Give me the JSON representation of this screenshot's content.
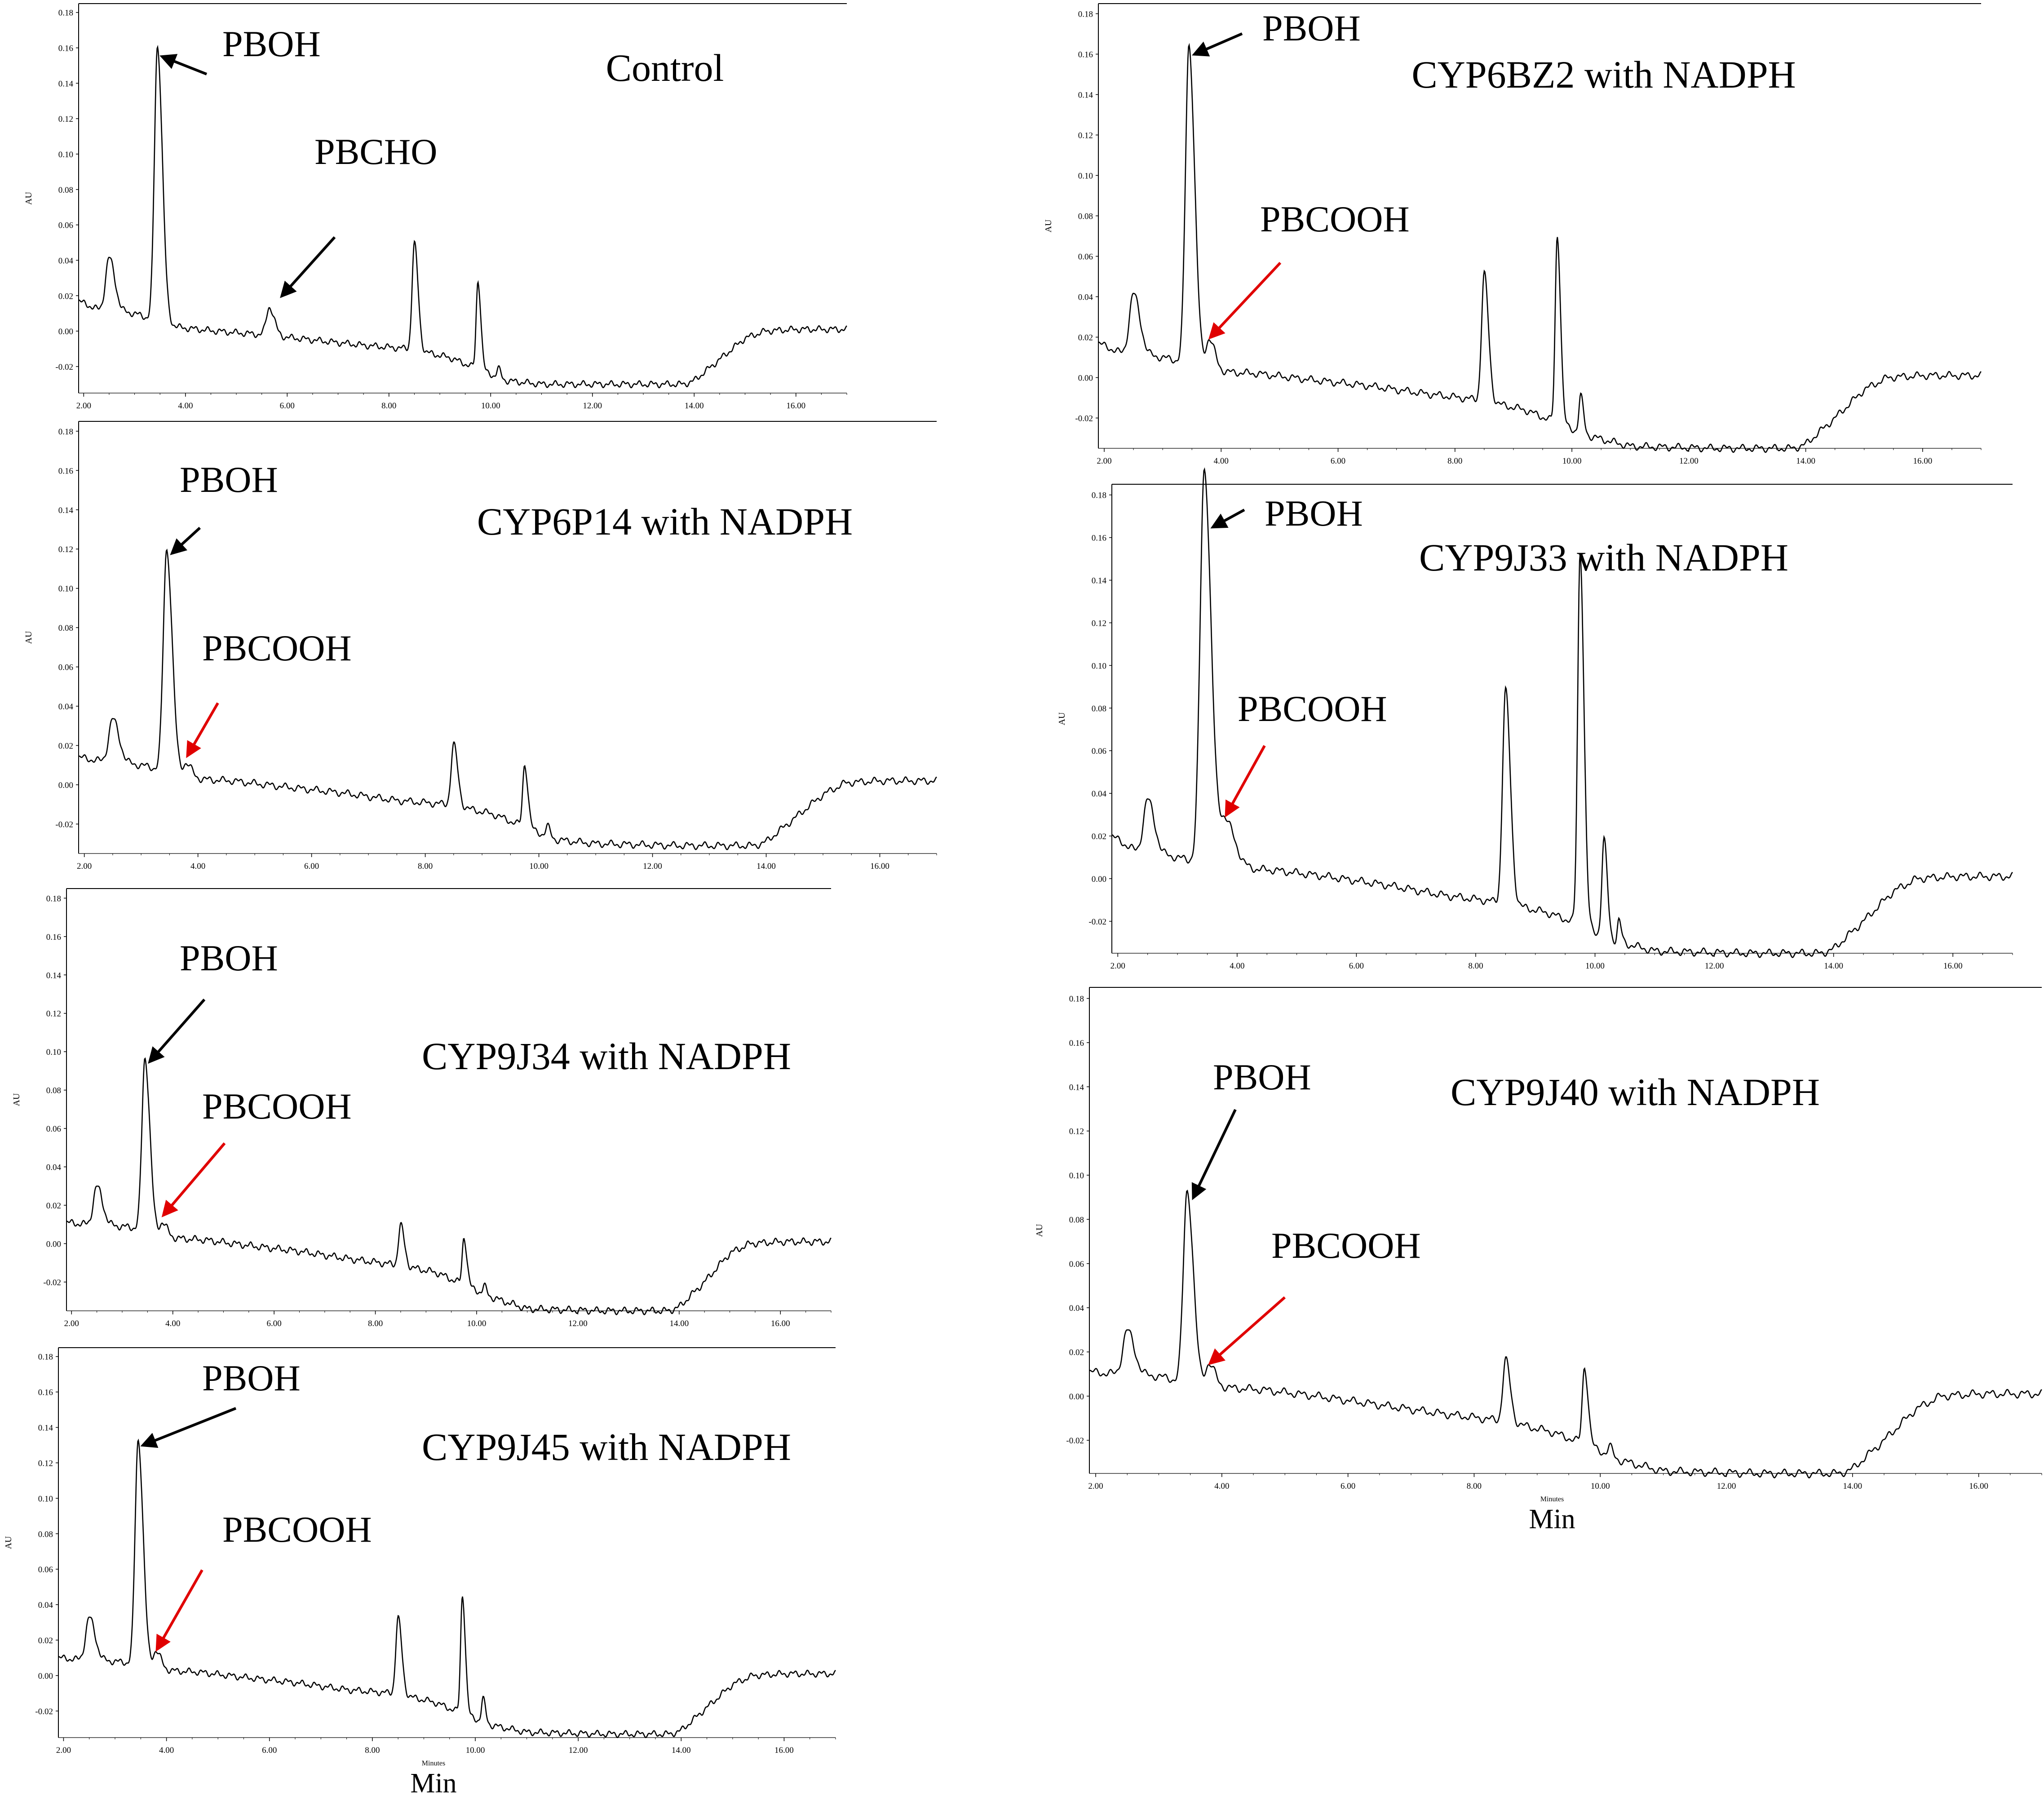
{
  "colors": {
    "trace": "#000000",
    "primary_arrow": "#000000",
    "secondary_arrow": "#e00000"
  },
  "chart_data": [
    {
      "type": "line",
      "title": "Control",
      "ylabel": "AU",
      "xlim": [
        1.9,
        17.0
      ],
      "ylim": [
        -0.035,
        0.185
      ],
      "xticks": [
        "2.00",
        "4.00",
        "6.00",
        "8.00",
        "10.00",
        "12.00",
        "14.00",
        "16.00"
      ],
      "yticks": [
        "-0.02",
        "0.00",
        "0.02",
        "0.04",
        "0.06",
        "0.08",
        "0.10",
        "0.12",
        "0.14",
        "0.16",
        "0.18"
      ],
      "baseline": [
        [
          1.9,
          0.017
        ],
        [
          2.3,
          0.012
        ],
        [
          3.0,
          0.01
        ],
        [
          3.3,
          0.007
        ],
        [
          3.9,
          0.002
        ],
        [
          4.6,
          0.0
        ],
        [
          5.5,
          -0.002
        ],
        [
          6.5,
          -0.005
        ],
        [
          7.5,
          -0.008
        ],
        [
          8.4,
          -0.01
        ],
        [
          9.2,
          -0.015
        ],
        [
          9.8,
          -0.022
        ],
        [
          10.3,
          -0.028
        ],
        [
          11.0,
          -0.03
        ],
        [
          12.5,
          -0.03
        ],
        [
          13.8,
          -0.03
        ],
        [
          14.0,
          -0.028
        ],
        [
          14.5,
          -0.016
        ],
        [
          15.0,
          -0.004
        ],
        [
          15.4,
          0.0
        ],
        [
          16.0,
          0.001
        ],
        [
          17.0,
          0.001
        ]
      ],
      "peaks": [
        {
          "name": "",
          "rt": 2.5,
          "height": 0.03,
          "width": 0.07
        },
        {
          "name": "PBOH",
          "rt": 3.45,
          "height": 0.155,
          "width": 0.06
        },
        {
          "name": "PBCHO",
          "rt": 5.65,
          "height": 0.016,
          "width": 0.06
        },
        {
          "name": "",
          "rt": 8.5,
          "height": 0.06,
          "width": 0.045
        },
        {
          "name": "",
          "rt": 9.75,
          "height": 0.05,
          "width": 0.035
        },
        {
          "name": "",
          "rt": 10.15,
          "height": 0.005,
          "width": 0.03
        }
      ],
      "labels": [
        {
          "text": "PBOH",
          "arrow": "black",
          "x": 3.55,
          "y": 0.155
        },
        {
          "text": "PBCHO",
          "arrow": "black",
          "x": 5.9,
          "y": 0.02
        }
      ],
      "xlabel": ""
    },
    {
      "type": "line",
      "title": "CYP6P14 with NADPH",
      "ylabel": "AU",
      "xlim": [
        1.9,
        17.0
      ],
      "ylim": [
        -0.035,
        0.185
      ],
      "xticks": [
        "2.00",
        "4.00",
        "6.00",
        "8.00",
        "10.00",
        "12.00",
        "14.00",
        "16.00"
      ],
      "yticks": [
        "-0.02",
        "0.00",
        "0.02",
        "0.04",
        "0.06",
        "0.08",
        "0.10",
        "0.12",
        "0.14",
        "0.16",
        "0.18"
      ],
      "baseline": [
        [
          1.9,
          0.014
        ],
        [
          2.3,
          0.012
        ],
        [
          3.0,
          0.01
        ],
        [
          3.3,
          0.008
        ],
        [
          3.9,
          0.003
        ],
        [
          4.6,
          0.002
        ],
        [
          5.5,
          -0.001
        ],
        [
          6.5,
          -0.004
        ],
        [
          7.5,
          -0.008
        ],
        [
          8.4,
          -0.01
        ],
        [
          9.2,
          -0.015
        ],
        [
          9.8,
          -0.022
        ],
        [
          10.3,
          -0.028
        ],
        [
          11.0,
          -0.03
        ],
        [
          12.5,
          -0.031
        ],
        [
          13.8,
          -0.031
        ],
        [
          14.0,
          -0.029
        ],
        [
          14.5,
          -0.017
        ],
        [
          15.0,
          -0.005
        ],
        [
          15.4,
          0.001
        ],
        [
          16.0,
          0.002
        ],
        [
          17.0,
          0.002
        ]
      ],
      "peaks": [
        {
          "name": "",
          "rt": 2.5,
          "height": 0.022,
          "width": 0.07
        },
        {
          "name": "PBOH",
          "rt": 3.45,
          "height": 0.113,
          "width": 0.06
        },
        {
          "name": "PBCOOH",
          "rt": 3.8,
          "height": 0.007,
          "width": 0.06
        },
        {
          "name": "",
          "rt": 8.5,
          "height": 0.031,
          "width": 0.045
        },
        {
          "name": "",
          "rt": 9.75,
          "height": 0.032,
          "width": 0.035
        },
        {
          "name": "",
          "rt": 10.15,
          "height": 0.005,
          "width": 0.03
        }
      ],
      "labels": [
        {
          "text": "PBOH",
          "arrow": "black",
          "x": 3.55,
          "y": 0.118
        },
        {
          "text": "PBCOOH",
          "arrow": "red",
          "x": 3.82,
          "y": 0.015
        }
      ],
      "xlabel": ""
    },
    {
      "type": "line",
      "title": "CYP9J34 with NADPH",
      "ylabel": "AU",
      "xlim": [
        1.9,
        17.0
      ],
      "ylim": [
        -0.035,
        0.185
      ],
      "xticks": [
        "2.00",
        "4.00",
        "6.00",
        "8.00",
        "10.00",
        "12.00",
        "14.00",
        "16.00"
      ],
      "yticks": [
        "-0.02",
        "0.00",
        "0.02",
        "0.04",
        "0.06",
        "0.08",
        "0.10",
        "0.12",
        "0.14",
        "0.16",
        "0.18"
      ],
      "baseline": [
        [
          1.9,
          0.011
        ],
        [
          2.3,
          0.01
        ],
        [
          3.0,
          0.009
        ],
        [
          3.3,
          0.008
        ],
        [
          3.9,
          0.003
        ],
        [
          4.6,
          0.002
        ],
        [
          5.5,
          -0.001
        ],
        [
          6.5,
          -0.004
        ],
        [
          7.5,
          -0.008
        ],
        [
          8.4,
          -0.011
        ],
        [
          9.2,
          -0.015
        ],
        [
          9.8,
          -0.022
        ],
        [
          10.3,
          -0.028
        ],
        [
          11.0,
          -0.034
        ],
        [
          12.5,
          -0.035
        ],
        [
          13.8,
          -0.035
        ],
        [
          14.0,
          -0.033
        ],
        [
          14.5,
          -0.02
        ],
        [
          15.0,
          -0.005
        ],
        [
          15.4,
          0.0
        ],
        [
          16.0,
          0.001
        ],
        [
          17.0,
          0.001
        ]
      ],
      "peaks": [
        {
          "name": "",
          "rt": 2.5,
          "height": 0.02,
          "width": 0.07
        },
        {
          "name": "PBOH",
          "rt": 3.45,
          "height": 0.09,
          "width": 0.06
        },
        {
          "name": "PBCOOH",
          "rt": 3.8,
          "height": 0.007,
          "width": 0.06
        },
        {
          "name": "",
          "rt": 8.5,
          "height": 0.021,
          "width": 0.045
        },
        {
          "name": "",
          "rt": 9.75,
          "height": 0.025,
          "width": 0.035
        },
        {
          "name": "",
          "rt": 10.15,
          "height": 0.004,
          "width": 0.03
        }
      ],
      "labels": [
        {
          "text": "PBOH",
          "arrow": "black",
          "x": 3.55,
          "y": 0.095
        },
        {
          "text": "PBCOOH",
          "arrow": "red",
          "x": 3.82,
          "y": 0.015
        }
      ],
      "xlabel": ""
    },
    {
      "type": "line",
      "title": "CYP9J45 with NADPH",
      "ylabel": "AU",
      "xlim": [
        1.9,
        17.0
      ],
      "ylim": [
        -0.035,
        0.185
      ],
      "xticks": [
        "2.00",
        "4.00",
        "6.00",
        "8.00",
        "10.00",
        "12.00",
        "14.00",
        "16.00"
      ],
      "yticks": [
        "-0.02",
        "0.00",
        "0.02",
        "0.04",
        "0.06",
        "0.08",
        "0.10",
        "0.12",
        "0.14",
        "0.16",
        "0.18"
      ],
      "baseline": [
        [
          1.9,
          0.01
        ],
        [
          2.3,
          0.009
        ],
        [
          3.0,
          0.008
        ],
        [
          3.3,
          0.007
        ],
        [
          3.9,
          0.003
        ],
        [
          4.6,
          0.002
        ],
        [
          5.5,
          -0.001
        ],
        [
          6.5,
          -0.004
        ],
        [
          7.5,
          -0.008
        ],
        [
          8.4,
          -0.01
        ],
        [
          9.2,
          -0.015
        ],
        [
          9.8,
          -0.022
        ],
        [
          10.3,
          -0.028
        ],
        [
          11.0,
          -0.032
        ],
        [
          12.5,
          -0.033
        ],
        [
          13.8,
          -0.033
        ],
        [
          14.0,
          -0.031
        ],
        [
          14.5,
          -0.018
        ],
        [
          15.0,
          -0.005
        ],
        [
          15.4,
          0.0
        ],
        [
          16.0,
          0.001
        ],
        [
          17.0,
          0.001
        ]
      ],
      "peaks": [
        {
          "name": "",
          "rt": 2.5,
          "height": 0.024,
          "width": 0.07
        },
        {
          "name": "PBOH",
          "rt": 3.45,
          "height": 0.127,
          "width": 0.06
        },
        {
          "name": "PBCOOH",
          "rt": 3.8,
          "height": 0.01,
          "width": 0.06
        },
        {
          "name": "",
          "rt": 8.5,
          "height": 0.043,
          "width": 0.045
        },
        {
          "name": "",
          "rt": 9.75,
          "height": 0.067,
          "width": 0.035
        },
        {
          "name": "",
          "rt": 10.15,
          "height": 0.013,
          "width": 0.03
        }
      ],
      "labels": [
        {
          "text": "PBOH",
          "arrow": "black",
          "x": 3.55,
          "y": 0.13
        },
        {
          "text": "PBCOOH",
          "arrow": "red",
          "x": 3.82,
          "y": 0.015
        }
      ],
      "xlabel": "Min",
      "xlabel_small": "Minutes"
    },
    {
      "type": "line",
      "title": "CYP6BZ2 with NADPH",
      "ylabel": "AU",
      "xlim": [
        1.9,
        17.0
      ],
      "ylim": [
        -0.035,
        0.185
      ],
      "xticks": [
        "2.00",
        "4.00",
        "6.00",
        "8.00",
        "10.00",
        "12.00",
        "14.00",
        "16.00"
      ],
      "yticks": [
        "-0.02",
        "0.00",
        "0.02",
        "0.04",
        "0.06",
        "0.08",
        "0.10",
        "0.12",
        "0.14",
        "0.16",
        "0.18"
      ],
      "baseline": [
        [
          1.9,
          0.017
        ],
        [
          2.3,
          0.012
        ],
        [
          3.0,
          0.01
        ],
        [
          3.3,
          0.008
        ],
        [
          3.9,
          0.003
        ],
        [
          4.6,
          0.002
        ],
        [
          5.5,
          -0.001
        ],
        [
          6.5,
          -0.004
        ],
        [
          7.5,
          -0.008
        ],
        [
          8.4,
          -0.011
        ],
        [
          9.2,
          -0.016
        ],
        [
          9.8,
          -0.023
        ],
        [
          10.3,
          -0.029
        ],
        [
          11.0,
          -0.034
        ],
        [
          12.5,
          -0.035
        ],
        [
          13.8,
          -0.035
        ],
        [
          14.0,
          -0.033
        ],
        [
          14.5,
          -0.02
        ],
        [
          15.0,
          -0.006
        ],
        [
          15.4,
          0.0
        ],
        [
          16.0,
          0.001
        ],
        [
          17.0,
          0.001
        ]
      ],
      "peaks": [
        {
          "name": "",
          "rt": 2.5,
          "height": 0.03,
          "width": 0.07
        },
        {
          "name": "PBOH",
          "rt": 3.45,
          "height": 0.158,
          "width": 0.06
        },
        {
          "name": "PBCOOH",
          "rt": 3.8,
          "height": 0.015,
          "width": 0.06
        },
        {
          "name": "",
          "rt": 8.5,
          "height": 0.063,
          "width": 0.045
        },
        {
          "name": "",
          "rt": 9.75,
          "height": 0.093,
          "width": 0.035
        },
        {
          "name": "",
          "rt": 10.15,
          "height": 0.018,
          "width": 0.03
        }
      ],
      "labels": [
        {
          "text": "PBOH",
          "arrow": "black",
          "x": 3.55,
          "y": 0.16
        },
        {
          "text": "PBCOOH",
          "arrow": "red",
          "x": 3.82,
          "y": 0.02
        }
      ],
      "xlabel": ""
    },
    {
      "type": "line",
      "title": "CYP9J33 with NADPH",
      "ylabel": "AU",
      "xlim": [
        1.9,
        17.0
      ],
      "ylim": [
        -0.035,
        0.185
      ],
      "xticks": [
        "2.00",
        "4.00",
        "6.00",
        "8.00",
        "10.00",
        "12.00",
        "14.00",
        "16.00"
      ],
      "yticks": [
        "-0.02",
        "0.00",
        "0.02",
        "0.04",
        "0.06",
        "0.08",
        "0.10",
        "0.12",
        "0.14",
        "0.16",
        "0.18"
      ],
      "baseline": [
        [
          1.9,
          0.02
        ],
        [
          2.3,
          0.013
        ],
        [
          3.0,
          0.01
        ],
        [
          3.3,
          0.008
        ],
        [
          3.9,
          0.005
        ],
        [
          4.6,
          0.004
        ],
        [
          5.5,
          0.001
        ],
        [
          6.5,
          -0.003
        ],
        [
          7.5,
          -0.008
        ],
        [
          8.4,
          -0.011
        ],
        [
          9.2,
          -0.016
        ],
        [
          9.8,
          -0.022
        ],
        [
          10.3,
          -0.029
        ],
        [
          11.0,
          -0.034
        ],
        [
          12.5,
          -0.035
        ],
        [
          13.8,
          -0.035
        ],
        [
          14.0,
          -0.033
        ],
        [
          14.5,
          -0.02
        ],
        [
          15.0,
          -0.006
        ],
        [
          15.4,
          0.0
        ],
        [
          16.0,
          0.001
        ],
        [
          17.0,
          0.001
        ]
      ],
      "peaks": [
        {
          "name": "",
          "rt": 2.5,
          "height": 0.025,
          "width": 0.07
        },
        {
          "name": "PBOH",
          "rt": 3.45,
          "height": 0.185,
          "width": 0.07
        },
        {
          "name": "PBCOOH",
          "rt": 3.8,
          "height": 0.022,
          "width": 0.1
        },
        {
          "name": "",
          "rt": 8.5,
          "height": 0.1,
          "width": 0.05
        },
        {
          "name": "",
          "rt": 9.75,
          "height": 0.175,
          "width": 0.04
        },
        {
          "name": "",
          "rt": 10.15,
          "height": 0.045,
          "width": 0.035
        },
        {
          "name": "",
          "rt": 10.4,
          "height": 0.01,
          "width": 0.025
        }
      ],
      "labels": [
        {
          "text": "PBOH",
          "arrow": "black",
          "x": 3.6,
          "y": 0.165
        },
        {
          "text": "PBCOOH",
          "arrow": "red",
          "x": 3.82,
          "y": 0.03
        }
      ],
      "xlabel": ""
    },
    {
      "type": "line",
      "title": "CYP9J40 with NADPH",
      "ylabel": "AU",
      "xlim": [
        1.9,
        17.0
      ],
      "ylim": [
        -0.035,
        0.185
      ],
      "xticks": [
        "2.00",
        "4.00",
        "6.00",
        "8.00",
        "10.00",
        "12.00",
        "14.00",
        "16.00"
      ],
      "yticks": [
        "-0.02",
        "0.00",
        "0.02",
        "0.04",
        "0.06",
        "0.08",
        "0.10",
        "0.12",
        "0.14",
        "0.16",
        "0.18"
      ],
      "baseline": [
        [
          1.9,
          0.011
        ],
        [
          2.3,
          0.01
        ],
        [
          3.0,
          0.009
        ],
        [
          3.3,
          0.007
        ],
        [
          3.9,
          0.004
        ],
        [
          4.6,
          0.003
        ],
        [
          5.5,
          0.0
        ],
        [
          6.5,
          -0.004
        ],
        [
          7.5,
          -0.008
        ],
        [
          8.4,
          -0.011
        ],
        [
          9.2,
          -0.016
        ],
        [
          9.8,
          -0.022
        ],
        [
          10.3,
          -0.029
        ],
        [
          11.0,
          -0.034
        ],
        [
          12.5,
          -0.035
        ],
        [
          13.8,
          -0.035
        ],
        [
          14.0,
          -0.033
        ],
        [
          14.5,
          -0.02
        ],
        [
          15.0,
          -0.006
        ],
        [
          15.4,
          0.0
        ],
        [
          16.0,
          0.001
        ],
        [
          17.0,
          0.001
        ]
      ],
      "peaks": [
        {
          "name": "",
          "rt": 2.5,
          "height": 0.02,
          "width": 0.07
        },
        {
          "name": "PBOH",
          "rt": 3.45,
          "height": 0.087,
          "width": 0.06
        },
        {
          "name": "PBCOOH",
          "rt": 3.8,
          "height": 0.01,
          "width": 0.06
        },
        {
          "name": "",
          "rt": 8.5,
          "height": 0.028,
          "width": 0.045
        },
        {
          "name": "",
          "rt": 9.75,
          "height": 0.035,
          "width": 0.035
        },
        {
          "name": "",
          "rt": 10.15,
          "height": 0.004,
          "width": 0.03
        }
      ],
      "labels": [
        {
          "text": "PBOH",
          "arrow": "black",
          "x": 3.55,
          "y": 0.09
        },
        {
          "text": "PBCOOH",
          "arrow": "red",
          "x": 3.82,
          "y": 0.015
        }
      ],
      "xlabel": "Min",
      "xlabel_small": "Minutes"
    }
  ]
}
